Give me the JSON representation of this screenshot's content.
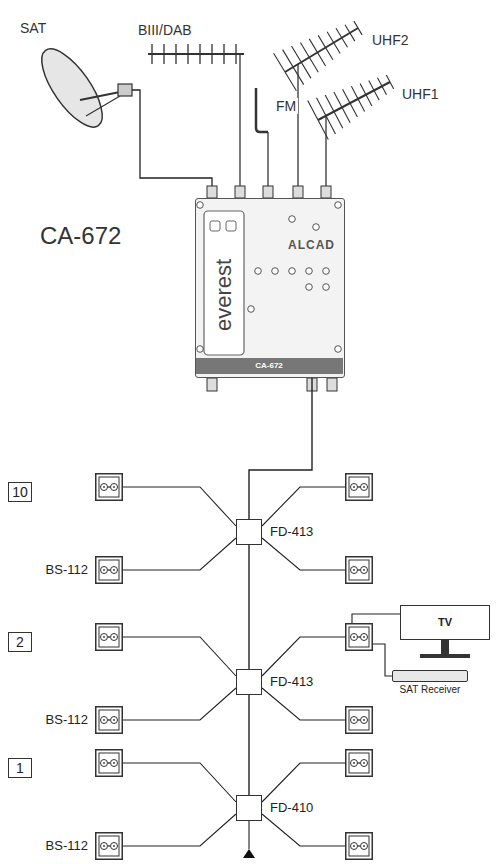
{
  "diagram": {
    "nodes": [
      {
        "text": [
          "ALCAD",
          "everest",
          "CA-672"
        ]
      },
      {
        "text": [
          "10"
        ]
      },
      {
        "text": [
          "FD-413"
        ]
      },
      {
        "text": [
          "BS-112"
        ]
      },
      {
        "text": [
          "TV"
        ]
      },
      {
        "text": [
          "SAT Receiver"
        ]
      },
      {
        "text": [
          "2"
        ]
      },
      {
        "text": [
          "FD-413"
        ]
      },
      {
        "text": [
          "BS-112"
        ]
      },
      {
        "text": [
          "1"
        ]
      },
      {
        "text": [
          "FD-410"
        ]
      },
      {
        "text": [
          "BS-112"
        ]
      }
    ],
    "edges": [
      {
        "from": 0,
        "to": 2,
        "arrow": "none"
      },
      {
        "from": 2,
        "to": 7,
        "arrow": "none"
      },
      {
        "from": 7,
        "to": 10,
        "arrow": "none"
      },
      {
        "from": 2,
        "to": 3,
        "arrow": "none"
      },
      {
        "from": 7,
        "to": 8,
        "arrow": "none"
      },
      {
        "from": 10,
        "to": 11,
        "arrow": "none"
      }
    ],
    "labels": [
      "SAT",
      "BIII/DAB",
      "FM",
      "UHF2",
      "UHF1",
      "CA-672"
    ]
  }
}
